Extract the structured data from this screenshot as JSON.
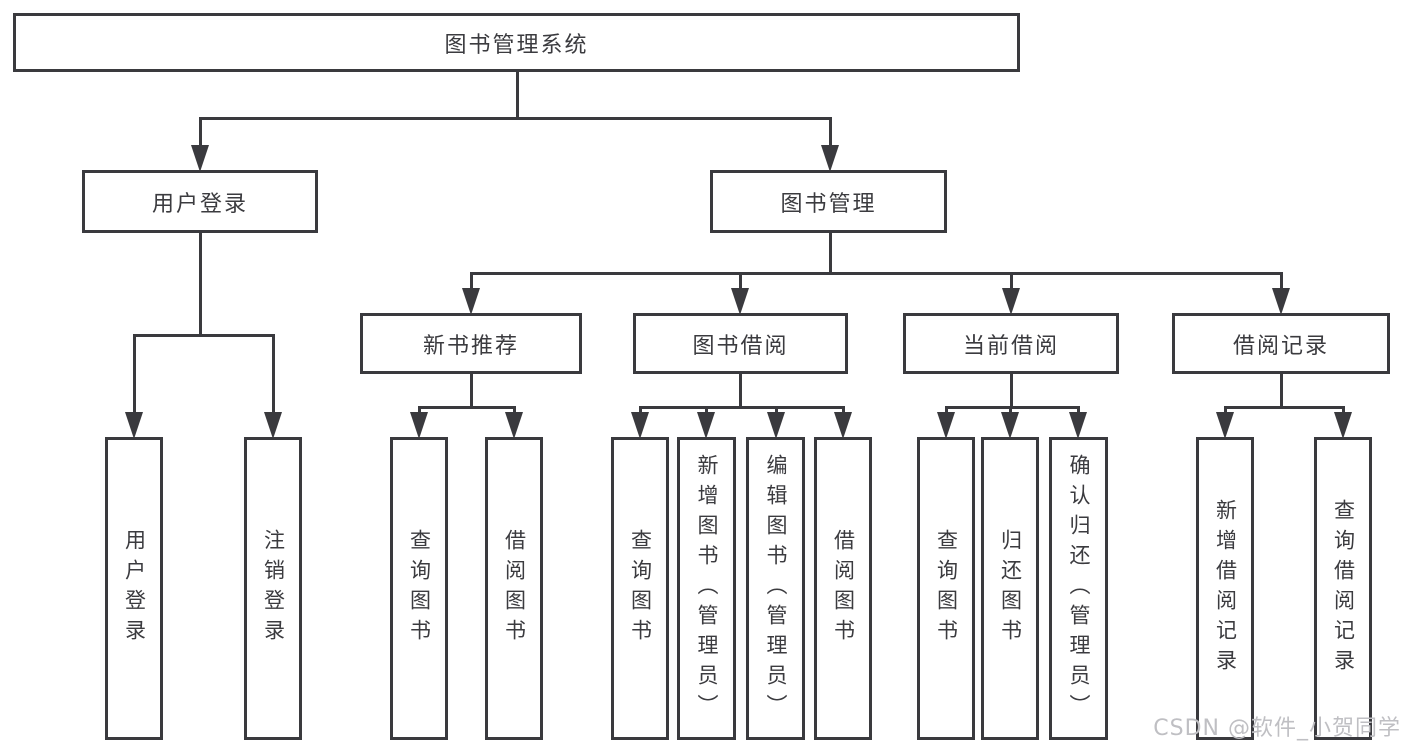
{
  "tree": {
    "root": "图书管理系统",
    "level2": [
      {
        "label": "用户登录"
      },
      {
        "label": "图书管理"
      }
    ],
    "level3": [
      {
        "label": "新书推荐"
      },
      {
        "label": "图书借阅"
      },
      {
        "label": "当前借阅"
      },
      {
        "label": "借阅记录"
      }
    ],
    "leaves": {
      "userLogin": [
        "用户登录",
        "注销登录"
      ],
      "newBooks": [
        "查询图书",
        "借阅图书"
      ],
      "borrow": [
        "查询图书",
        "新增图书（管理员）",
        "编辑图书（管理员）",
        "借阅图书"
      ],
      "current": [
        "查询图书",
        "归还图书",
        "确认归还（管理员）"
      ],
      "records": [
        "新增借阅记录",
        "查询借阅记录"
      ]
    }
  },
  "watermark": {
    "text": "CSDN @软件_小贺同学"
  },
  "colors": {
    "line": "#3a3a3e",
    "text": "#3b3b3f",
    "background": "#ffffff",
    "watermark": "#bfbfc3"
  }
}
